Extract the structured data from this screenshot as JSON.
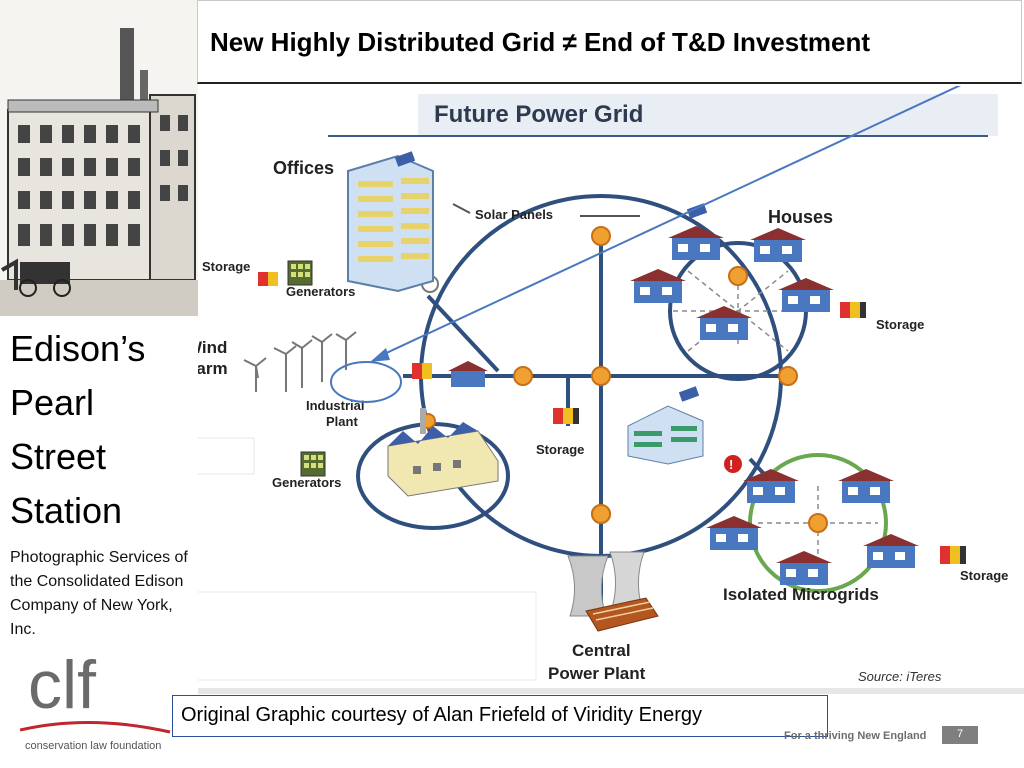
{
  "header": {
    "title": "New Highly Distributed Grid ≠ End of T&D Investment"
  },
  "diagram": {
    "heading": "Future Power Grid",
    "labels": {
      "offices": "Offices",
      "solar_panels": "Solar Panels",
      "houses": "Houses",
      "storage_top_left": "Storage",
      "generators_top": "Generators",
      "storage_houses": "Storage",
      "wind_farm_line1": "Wind",
      "wind_farm_line2": "Farm",
      "industrial_line1": "Industrial",
      "industrial_line2": "Plant",
      "storage_center": "Storage",
      "generators_bottom": "Generators",
      "storage_micro": "Storage",
      "isolated_microgrids": "Isolated Microgrids",
      "central_line1": "Central",
      "central_line2": "Power Plant",
      "source": "Source: iTeres"
    }
  },
  "caption": {
    "title_lines": [
      "Edison’s",
      "Pearl",
      "Street",
      "Station"
    ],
    "credit": "Photographic Services of the Consolidated Edison Company of New York, Inc."
  },
  "logo": {
    "text": "clf",
    "subtitle": "conservation law foundation"
  },
  "footer": {
    "graphic_credit": "Original Graphic courtesy of Alan Friefeld of Viridity Energy",
    "tagline": "For a thriving New England",
    "page_number": "7"
  },
  "colors": {
    "grid_line": "#2f4f7f",
    "node": "#f0a030",
    "microgrid": "#6aa84f",
    "arrow": "#4a78c0",
    "logo_red": "#c0262d",
    "logo_gray": "#6b6b6b"
  }
}
